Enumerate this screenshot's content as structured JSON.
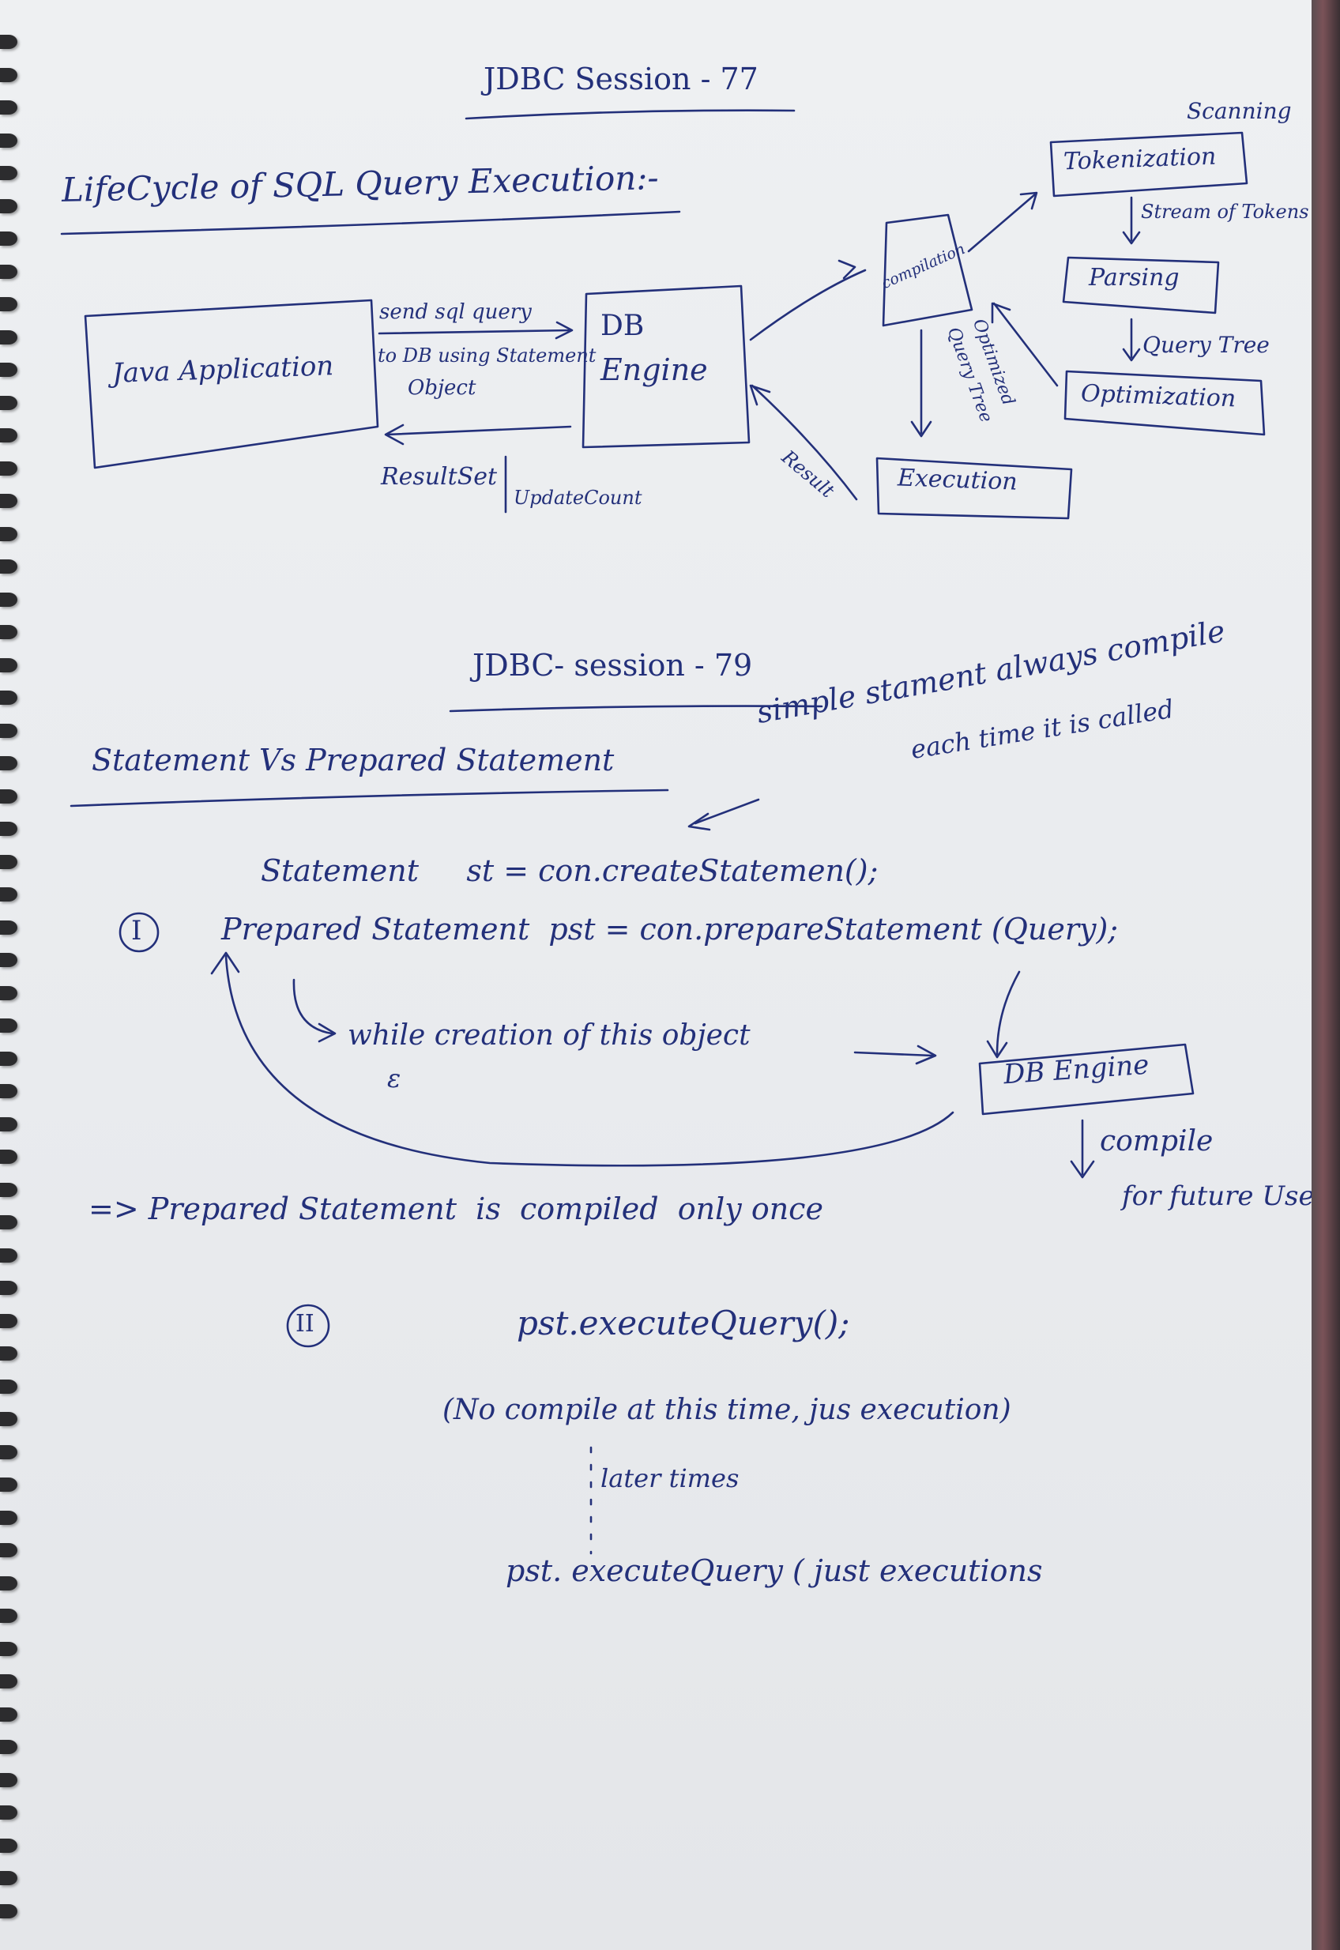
{
  "session_1": {
    "heading": "JDBC Session - 77",
    "title": "LifeCycle of SQL Query Execution:-",
    "diagram": {
      "java_app": "Java Application",
      "send_label_1": "send sql query",
      "send_label_2": "to DB using Statement",
      "send_label_3": "Object",
      "return_label": "ResultSet",
      "update_label": "UpdateCount",
      "db_engine_1": "DB",
      "db_engine_2": "Engine",
      "compilation": "compilation",
      "scanning": "Scanning",
      "tokenization": "Tokenization",
      "stream_tokens": "Stream of Tokens",
      "parsing": "Parsing",
      "query_tree": "Query Tree",
      "optimization": "Optimization",
      "optimized_tree_1": "Optimized",
      "optimized_tree_2": "Query Tree",
      "execution": "Execution",
      "result": "Result"
    }
  },
  "session_2": {
    "heading": "JDBC- session - 79",
    "title": "Statement Vs Prepared Statement",
    "note_1": "simple stament always compile",
    "note_2": "each time it is called",
    "line_statement": "Statement     st = con.createStatemen();",
    "num_1": "I",
    "line_prepared": "Prepared Statement  pst = con.prepareStatement (Query);",
    "creation_note": "while creation of this object",
    "creation_mark": "ε",
    "db_engine": "DB Engine",
    "compile": "compile",
    "future_use": "for future Use",
    "compiled_once": "=> Prepared Statement  is  compiled  only once",
    "num_2": "II",
    "execute_1": "pst.executeQuery();",
    "no_compile": "(No compile at this time, jus execution)",
    "later_times": "later times",
    "execute_2": "pst. executeQuery ( just executions"
  }
}
